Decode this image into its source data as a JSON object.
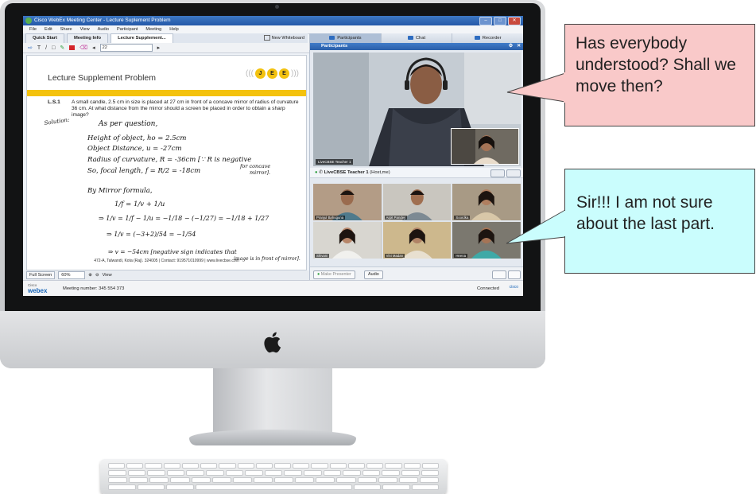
{
  "window": {
    "title": "Cisco WebEx Meeting Center - Lecture Suplement Problem"
  },
  "menu": [
    "File",
    "Edit",
    "Share",
    "View",
    "Audio",
    "Participant",
    "Meeting",
    "Help"
  ],
  "tabs": [
    {
      "label": "Quick Start",
      "active": false
    },
    {
      "label": "Meeting Info",
      "active": false
    },
    {
      "label": "Lecture Supplement...",
      "active": true
    }
  ],
  "new_whiteboard": "New Whiteboard",
  "toolbar": {
    "zoom_value": "22"
  },
  "document": {
    "title": "Lecture Supplement Problem",
    "brand_letters": [
      "J",
      "E",
      "E"
    ],
    "question_number": "L.S.1",
    "question_text": "A small candle, 2.5 cm in size is placed at 27 cm in front of a concave mirror of radius of curvature 36 cm. At what distance from the mirror should a screen be placed in order to obtain a sharp image?",
    "handwriting": [
      "Solution:",
      "As per question,",
      "Height of object, ho = 2.5cm",
      "Object Distance, u = -27cm",
      "Radius of curvature, R = -36cm  [∵ R is negative",
      "for concave",
      "mirror].",
      "So, focal length, f = R/2 = -18cm",
      "By Mirror formula,",
      "1/f = 1/v + 1/u",
      "⇒ 1/v = 1/f − 1/u = −1/18 − (−1/27) = −1/18 + 1/27",
      "⇒ 1/v = (−3+2)/54 = −1/54",
      "⇒ v = −54cm  [negative sign indicates that",
      "image is in front of mirror]."
    ],
    "footer": "472-A, Talwandi, Kota (Raj). 324005 | Contact: 919571010999 | www.livecbse.com"
  },
  "bottom_bar": {
    "full_screen": "Full Screen",
    "zoom": "60%",
    "view": "View"
  },
  "status": {
    "logo_small": "Cisco",
    "logo": "webex",
    "meeting_number": "Meeting number: 345 554 373",
    "connection": "Connected",
    "cisco": "cisco"
  },
  "panel": {
    "tabs": [
      {
        "label": "Participants",
        "active": true
      },
      {
        "label": "Chat",
        "active": false
      },
      {
        "label": "Recorder",
        "active": false
      }
    ],
    "header": "Participants",
    "main_video_label": "LiveCBSE Teacher 1",
    "host_name": "LiveCBSE Teacher 1",
    "host_role": "(Host,me)",
    "participants": [
      "Pranjul Bahuguna",
      "Arpit Pandey",
      "Soordka",
      "Shivani",
      "Vini Madan",
      "Heena"
    ],
    "make_presenter": "Make Presenter",
    "audio": "Audio"
  },
  "bubbles": {
    "teacher": "Has everybody understood? Shall we move then?",
    "student": "Sir!!! I am not sure about the last part."
  },
  "colors": {
    "accent_yellow": "#f4c20d",
    "titlebar_blue": "#2458a8",
    "bubble_pink": "#f9c9c9",
    "bubble_cyan": "#cafdfd"
  }
}
